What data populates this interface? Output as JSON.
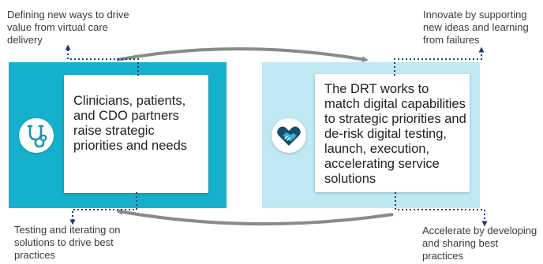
{
  "captions": {
    "top_left": "Defining new ways to drive value from virtual care delivery",
    "top_right": "Innovate by supporting new ideas and learning from failures",
    "bottom_left": "Testing and iterating on solutions to drive best practices",
    "bottom_right": "Accelerate by developing and sharing best practices"
  },
  "left_card": {
    "text": "Clinicians, patients, and CDO partners raise strategic priorities and needs",
    "icon": "stethoscope-icon"
  },
  "right_card": {
    "text": "The DRT works to match digital capabilities to strategic priorities and de-risk digital testing, launch, execution, accelerating service solutions",
    "icon": "heart-handshake-icon"
  },
  "colors": {
    "left_panel": "#15b1cc",
    "right_panel": "#bfe8f2",
    "connector": "#1f3b6e",
    "cycle_arrow": "#8a8a8a"
  }
}
